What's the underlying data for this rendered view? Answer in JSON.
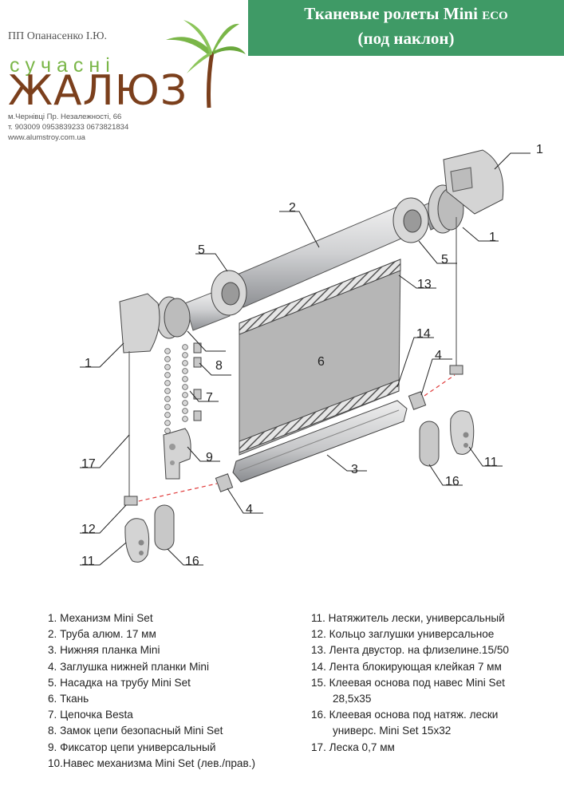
{
  "title": {
    "line1": "Тканевые ролеты  Mini",
    "eco": "ECO",
    "line2": "(под наклон)"
  },
  "company": "ПП Опанасенко І.Ю.",
  "logo": {
    "small": "сучасні",
    "big": "ЖАЛЮЗ"
  },
  "address": {
    "line1": "м.Чернівці Пр. Незалежності, 66",
    "line2": "т. 903009  0953839233  0673821834",
    "line3": "www.alumstroy.com.ua"
  },
  "callouts": [
    "1",
    "2",
    "5",
    "1",
    "5",
    "13",
    "1",
    "8",
    "6",
    "14",
    "4",
    "7",
    "17",
    "9",
    "3",
    "11",
    "16",
    "4",
    "12",
    "11",
    "16"
  ],
  "legend_left": [
    "1. Механизм Mini Set",
    "2. Труба алюм. 17 мм",
    "3. Нижняя планка Mini",
    "4. Заглушка нижней планки Mini",
    "5. Насадка на трубу Mini Set",
    "6. Ткань",
    "7. Цепочка Besta",
    "8. Замок цепи безопасный Mini Set",
    "9. Фиксатор цепи универсальный",
    "10.Навес механизма Mini Set (лев./прав.)"
  ],
  "legend_right": [
    "11. Натяжитель лески, универсальный",
    "12. Кольцо заглушки универсальное",
    "13. Лента двустор. на флизелине.15/50",
    "14. Лента блокирующая клейкая 7 мм",
    "15. Клеевая основа под навес Mini Set",
    "28,5x35",
    "16. Клеевая основа под натяж. лески",
    "универс. Mini Set 15x32",
    "17. Леска 0,7 мм"
  ],
  "colors": {
    "banner": "#3f9a66",
    "logo_green": "#7ab648",
    "logo_brown": "#7b3f1c",
    "fabric": "#b6b6b6",
    "parts": "#d4d4d4"
  }
}
